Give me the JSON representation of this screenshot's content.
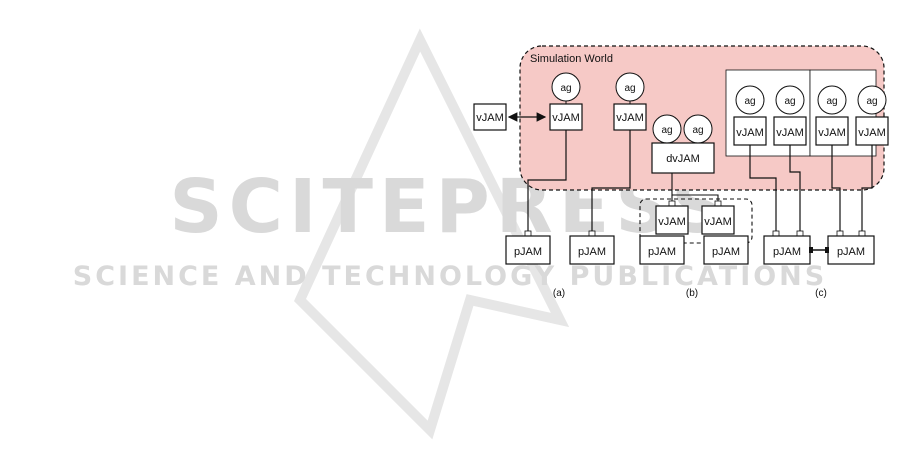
{
  "world_label": "Simulation World",
  "colors": {
    "world_fill": "#f6c9c6",
    "border": "#111111",
    "watermark": "#d9d9d9"
  },
  "watermark": {
    "big": "SCITEPRESS",
    "small": "SCIENCE AND TECHNOLOGY PUBLICATIONS"
  },
  "node_labels": {
    "agent": "ag",
    "vjam": "vJAM",
    "dvjam": "dvJAM",
    "pjam": "pJAM"
  },
  "panel_labels": {
    "a": "(a)",
    "b": "(b)",
    "c": "(c)"
  }
}
